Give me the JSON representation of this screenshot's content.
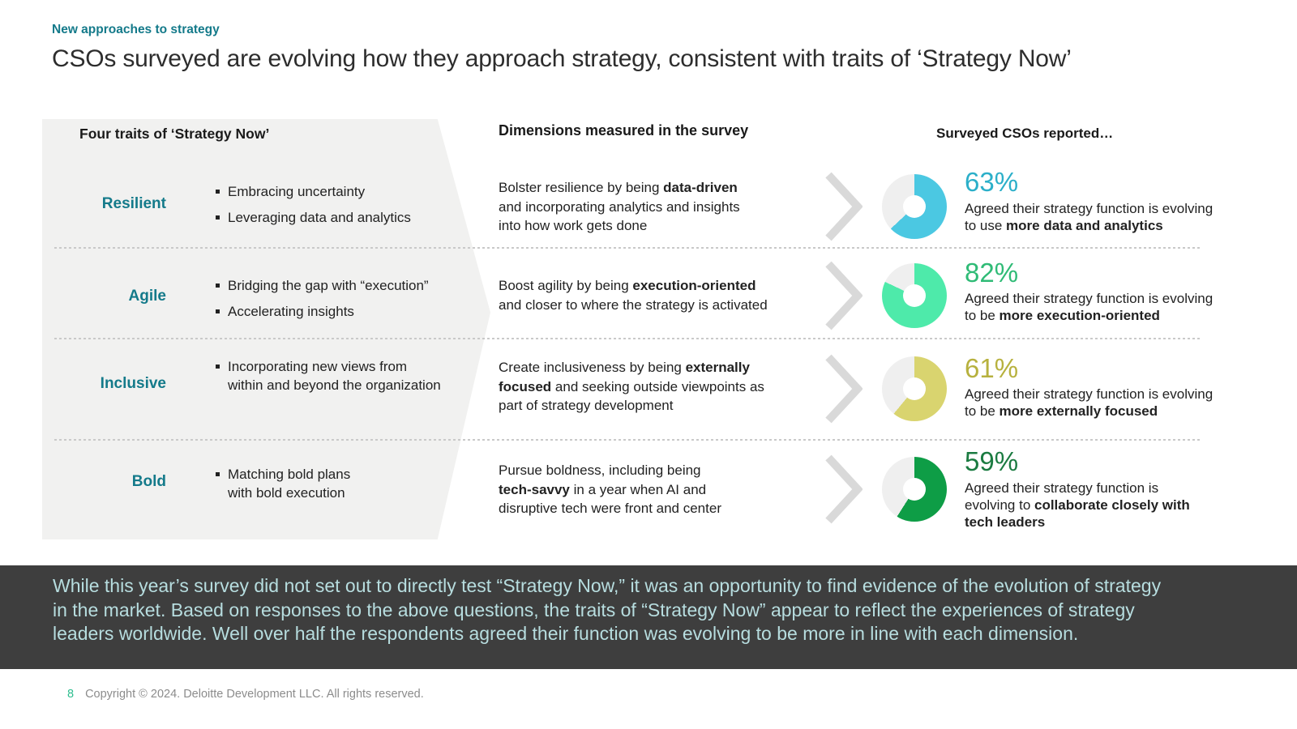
{
  "eyebrow": "New approaches to strategy",
  "title": "CSOs surveyed are evolving how they approach strategy, consistent with traits of ‘Strategy Now’",
  "columns": {
    "traits_header": "Four traits of ‘Strategy Now’",
    "dimensions_header": "Dimensions measured in the survey",
    "reported_header": "Surveyed CSOs reported…"
  },
  "colors": {
    "accent_teal": "#147A8A",
    "donut_empty": "#EFEFEF",
    "chevron": "#D9D9D9",
    "footnote_bg": "#3E3E3E",
    "footnote_text": "#B7DDDF",
    "page_number": "#2EBE8F"
  },
  "rows": [
    {
      "trait": "Resilient",
      "bullets": [
        "Embracing uncertainty",
        "Leveraging data and analytics"
      ],
      "dim": [
        {
          "pre": "Bolster resilience by being ",
          "bold": "data-driven"
        },
        {
          "pre": "and incorporating analytics and insights"
        },
        {
          "pre": "into how work gets done"
        }
      ],
      "stat": {
        "pct_label": "63%",
        "value": 63,
        "donut_color": "#4BC8E2",
        "pct_color": "#2BAFC9",
        "desc": [
          {
            "pre": "Agreed their strategy function is evolving"
          },
          {
            "pre": "to use ",
            "bold": "more data and analytics"
          }
        ]
      }
    },
    {
      "trait": "Agile",
      "bullets": [
        "Bridging the gap with “execution”",
        "Accelerating insights"
      ],
      "dim": [
        {
          "pre": "Boost agility by being ",
          "bold": "execution-oriented"
        },
        {
          "pre": "and closer to where the strategy is activated"
        }
      ],
      "stat": {
        "pct_label": "82%",
        "value": 82,
        "donut_color": "#4EEAAA",
        "pct_color": "#2FBB76",
        "desc": [
          {
            "pre": "Agreed their strategy function is evolving"
          },
          {
            "pre": "to be ",
            "bold": "more execution-oriented"
          }
        ]
      }
    },
    {
      "trait": "Inclusive",
      "bullets": [
        "Incorporating new views from within and beyond the organization"
      ],
      "dim": [
        {
          "pre": "Create inclusiveness by being ",
          "bold": "externally"
        },
        {
          "bold": "focused",
          "post": " and seeking outside viewpoints as"
        },
        {
          "pre": "part of strategy development"
        }
      ],
      "stat": {
        "pct_label": "61%",
        "value": 61,
        "donut_color": "#D9D46F",
        "pct_color": "#B7B13E",
        "desc": [
          {
            "pre": "Agreed their strategy function is evolving"
          },
          {
            "pre": "to be ",
            "bold": "more externally focused"
          }
        ]
      }
    },
    {
      "trait": "Bold",
      "bullets": [
        "Matching bold plans with bold execution"
      ],
      "dim": [
        {
          "pre": "Pursue boldness, including being"
        },
        {
          "bold": "tech-savvy",
          "post": " in a year when AI and"
        },
        {
          "pre": "disruptive tech were front and center"
        }
      ],
      "stat": {
        "pct_label": "59%",
        "value": 59,
        "donut_color": "#0E9D46",
        "pct_color": "#1B7B41",
        "desc": [
          {
            "pre": "Agreed their strategy function is"
          },
          {
            "pre": "evolving to ",
            "bold": "collaborate closely with"
          },
          {
            "bold": "tech leaders"
          }
        ]
      }
    }
  ],
  "footnote": {
    "lines": [
      "While this year’s survey did not set out to directly test “Strategy Now,” it was an opportunity to find evidence of the evolution of strategy",
      "in the market. Based on responses to the above questions, the traits of “Strategy Now” appear to reflect the experiences of strategy",
      "leaders worldwide. Well over half the respondents agreed their function was evolving to be more in line with each dimension."
    ]
  },
  "footer": {
    "page": "8",
    "copyright": "Copyright © 2024. Deloitte Development LLC. All rights reserved."
  }
}
